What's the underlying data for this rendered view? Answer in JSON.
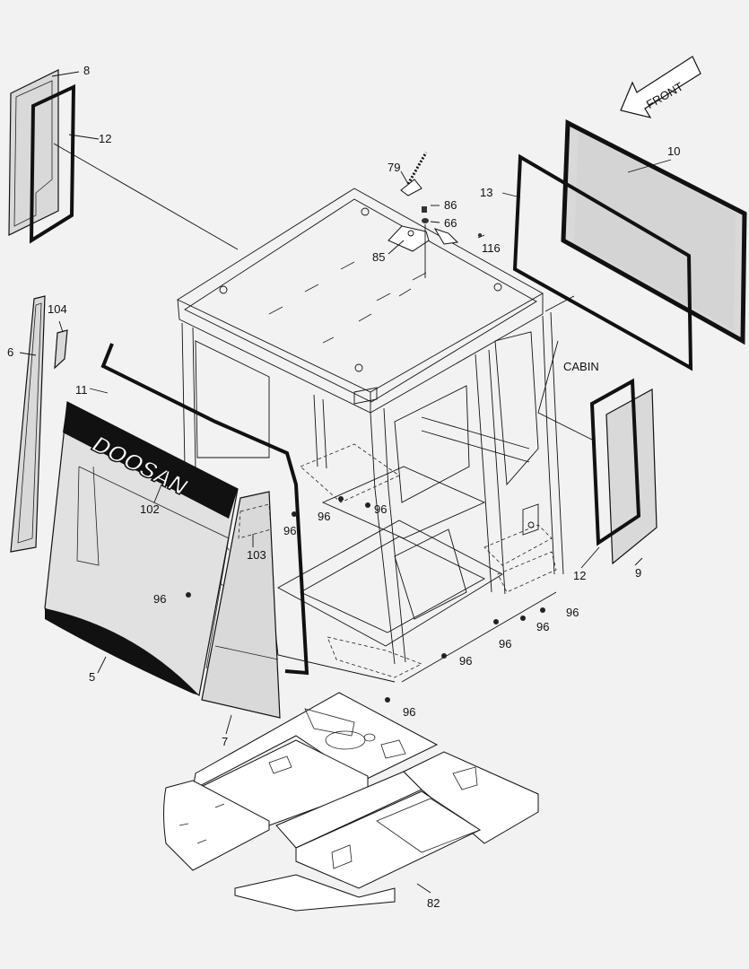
{
  "diagram": {
    "front_label": "FRONT",
    "cabin_label": "CABIN",
    "brand_text": "DOOSAN",
    "callouts": {
      "c8": "8",
      "c12a": "12",
      "c10": "10",
      "c13": "13",
      "c79": "79",
      "c86": "86",
      "c66": "66",
      "c85": "85",
      "c116": "116",
      "c104": "104",
      "c6": "6",
      "c11": "11",
      "c102": "102",
      "c96a": "96",
      "c96b": "96",
      "c96c": "96",
      "c103": "103",
      "c96d": "96",
      "c12b": "12",
      "c9": "9",
      "c96e": "96",
      "c96f": "96",
      "c96g": "96",
      "c96h": "96",
      "c5": "5",
      "c96i": "96",
      "c7": "7",
      "c82": "82"
    }
  }
}
